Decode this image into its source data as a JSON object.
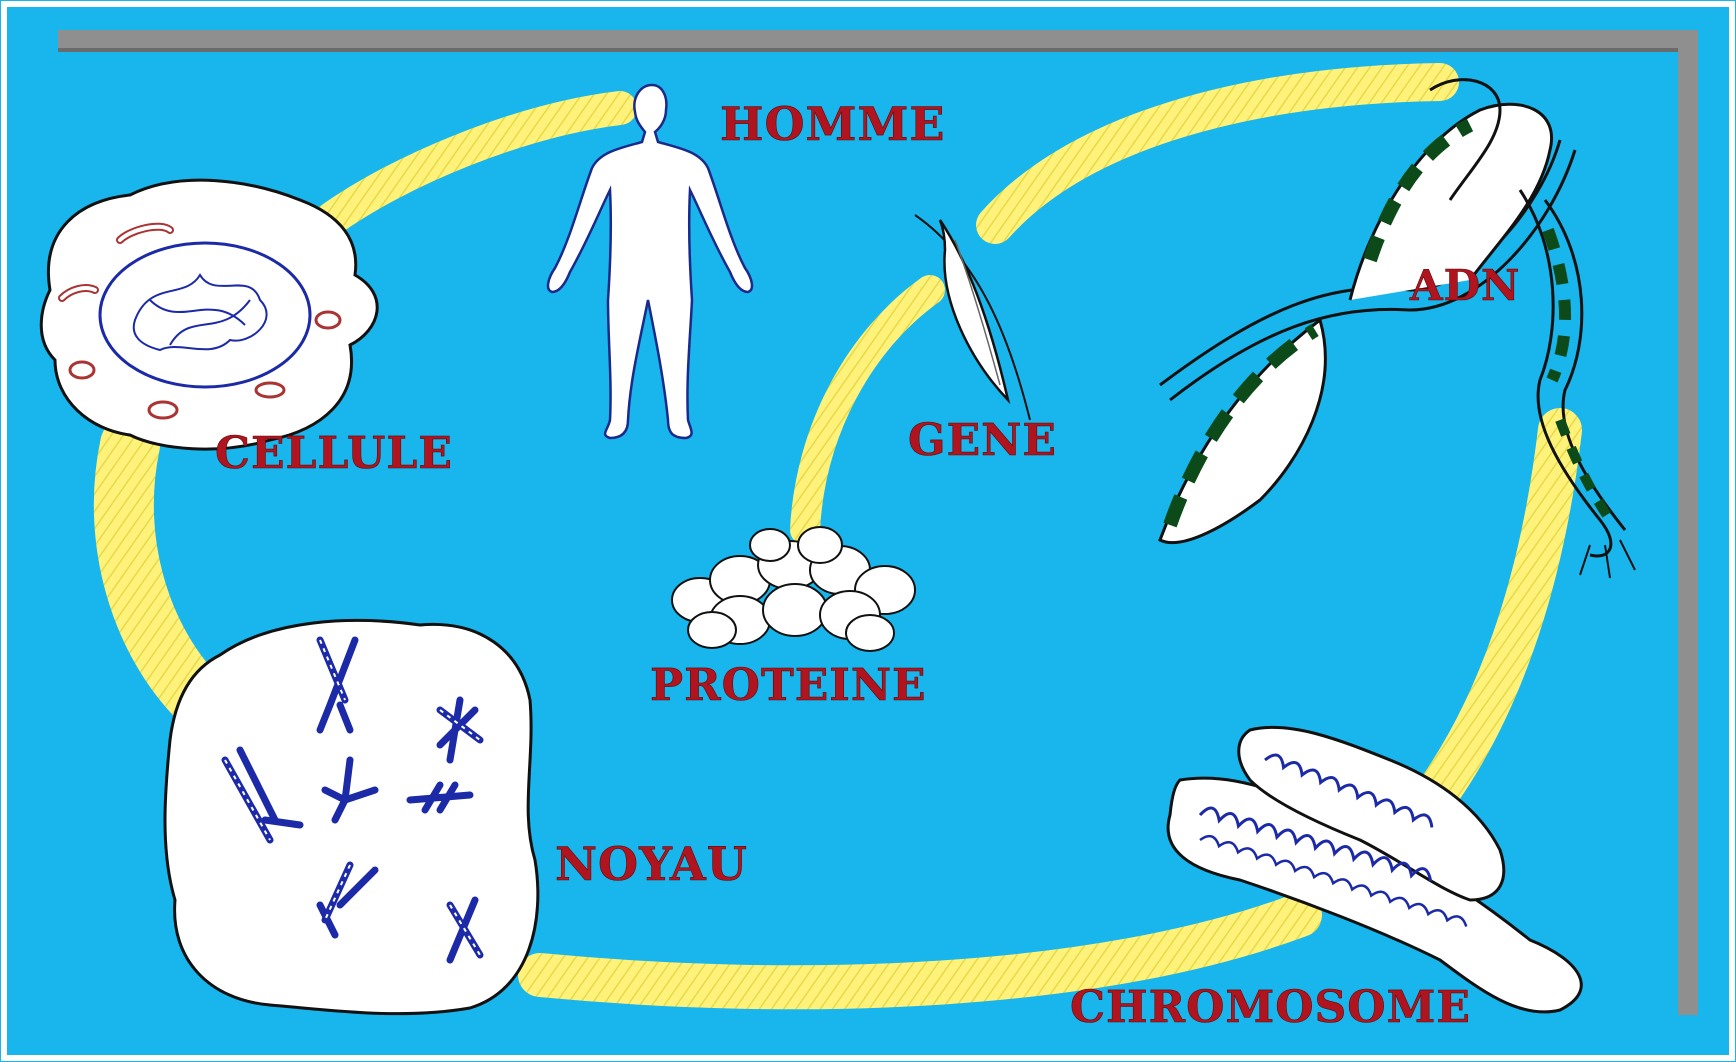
{
  "diagram": {
    "background_color": "#18b6ec",
    "path_color": "#fff27a",
    "label_color": "#b0141e",
    "labels": {
      "homme": "HOMME",
      "cellule": "CELLULE",
      "gene": "GENE",
      "adn": "ADN",
      "proteine": "PROTEINE",
      "noyau": "NOYAU",
      "chromosome": "CHROMOSOME"
    },
    "icons": {
      "human": "human-silhouette-icon",
      "cell": "cell-icon",
      "nucleus": "nucleus-icon",
      "protein": "protein-cluster-icon",
      "gene": "gene-segment-icon",
      "dna": "dna-helix-icon",
      "chromosome": "chromosome-icon"
    }
  }
}
